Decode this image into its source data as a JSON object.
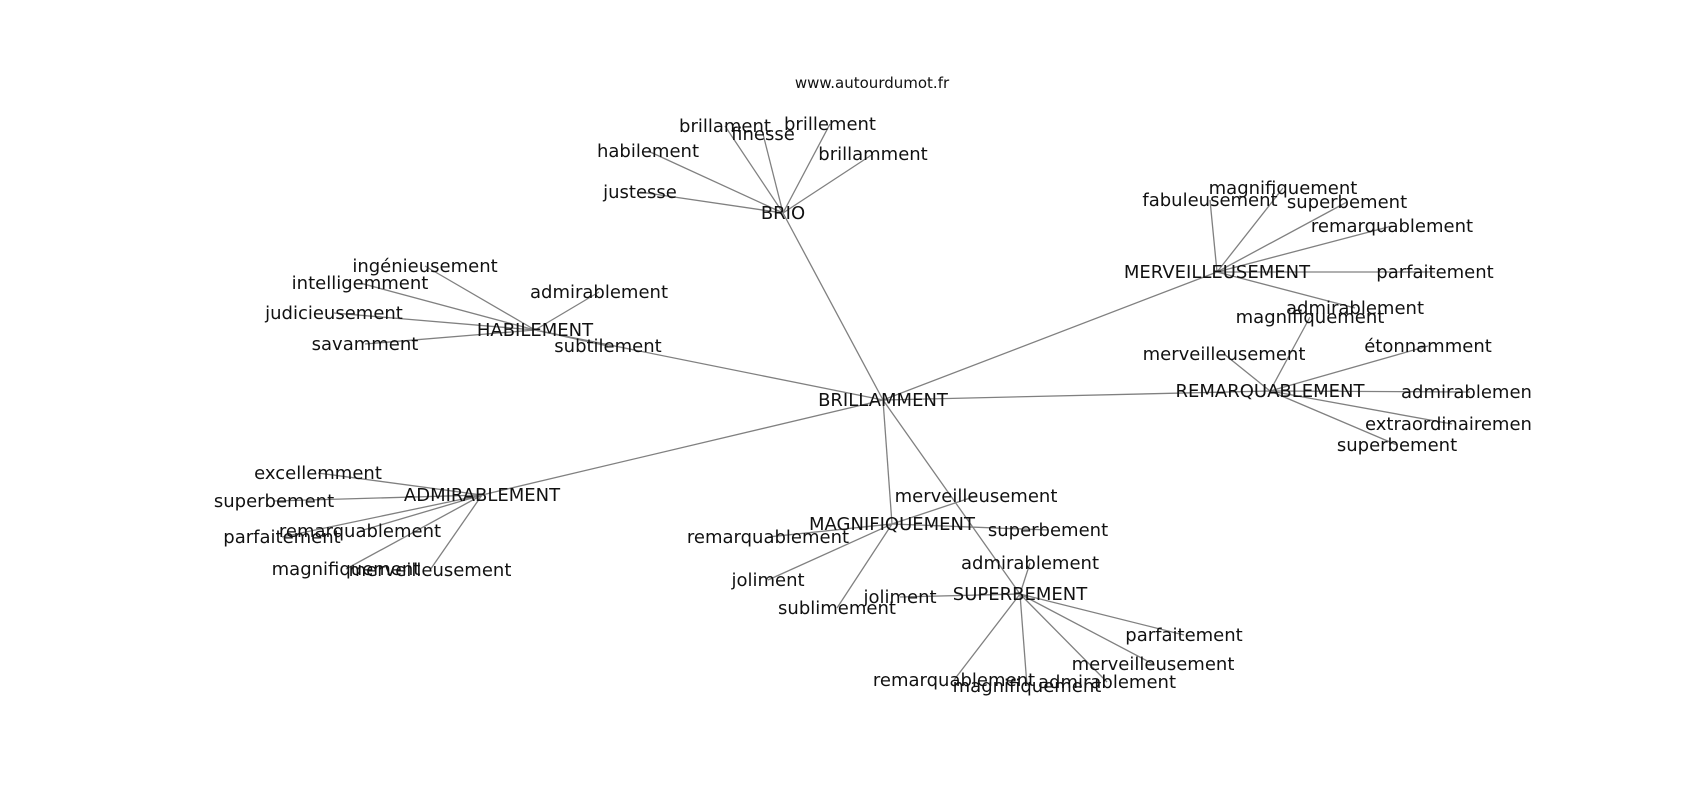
{
  "site": "www.autourdumot.fr",
  "colors": {
    "edge": "#808080",
    "text": "#111111",
    "background": "#ffffff"
  },
  "center": "BRILLAMMENT",
  "hubs": [
    {
      "id": "brio",
      "label": "BRIO",
      "leaves": [
        "brillament",
        "finesse",
        "brillement",
        "habilement",
        "brillamment",
        "justesse"
      ]
    },
    {
      "id": "merveilleusement",
      "label": "MERVEILLEUSEMENT",
      "leaves": [
        "magnifiquement",
        "fabuleusement",
        "superbement",
        "remarquablement",
        "parfaitement",
        "admirablement"
      ]
    },
    {
      "id": "habilement",
      "label": "HABILEMENT",
      "leaves": [
        "ingénieusement",
        "intelligemment",
        "admirablement",
        "judicieusement",
        "savamment",
        "subtilement"
      ]
    },
    {
      "id": "remarquablement",
      "label": "REMARQUABLEMENT",
      "leaves": [
        "magnifiquement",
        "merveilleusement",
        "étonnamment",
        "admirablement",
        "extraordinairement",
        "superbement"
      ]
    },
    {
      "id": "admirablement",
      "label": "ADMIRABLEMENT",
      "leaves": [
        "excellemment",
        "superbement",
        "remarquablement",
        "parfaitement",
        "magnifiquement",
        "merveilleusement"
      ]
    },
    {
      "id": "magnifiquement",
      "label": "MAGNIFIQUEMENT",
      "leaves": [
        "merveilleusement",
        "superbement",
        "remarquablement",
        "joliment",
        "sublimement"
      ]
    },
    {
      "id": "superbement",
      "label": "SUPERBEMENT",
      "leaves": [
        "admirablement",
        "joliment",
        "parfaitement",
        "merveilleusement",
        "remarquablement",
        "magnifiquement",
        "admirablement"
      ]
    }
  ]
}
